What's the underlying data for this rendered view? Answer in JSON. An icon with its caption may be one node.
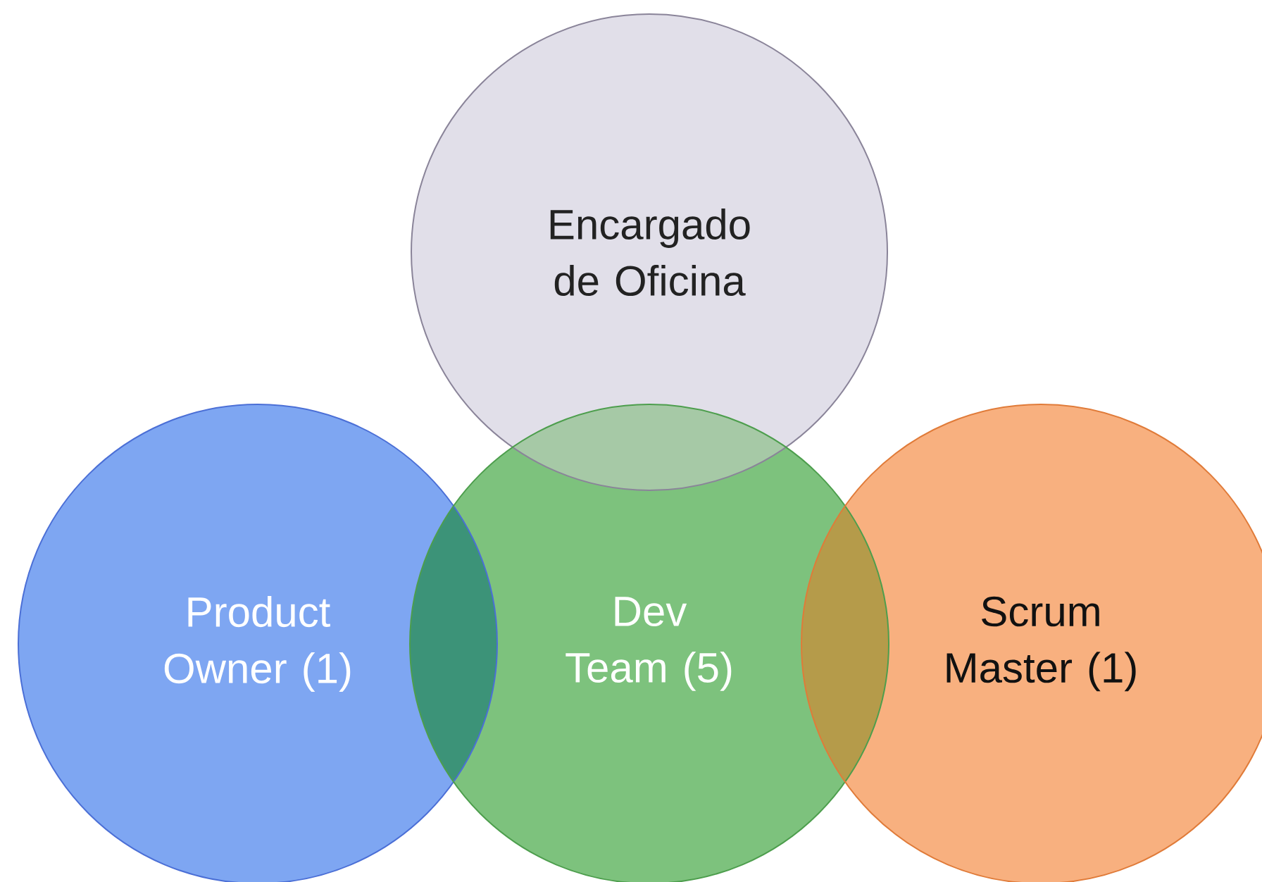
{
  "diagram": {
    "nodes": [
      {
        "text": [
          "Encargado de Oficina"
        ]
      },
      {
        "text": [
          "Product Owner (1)"
        ]
      },
      {
        "text": [
          "Dev Team (5)"
        ]
      },
      {
        "text": [
          "Scrum Master (1)"
        ]
      }
    ]
  }
}
